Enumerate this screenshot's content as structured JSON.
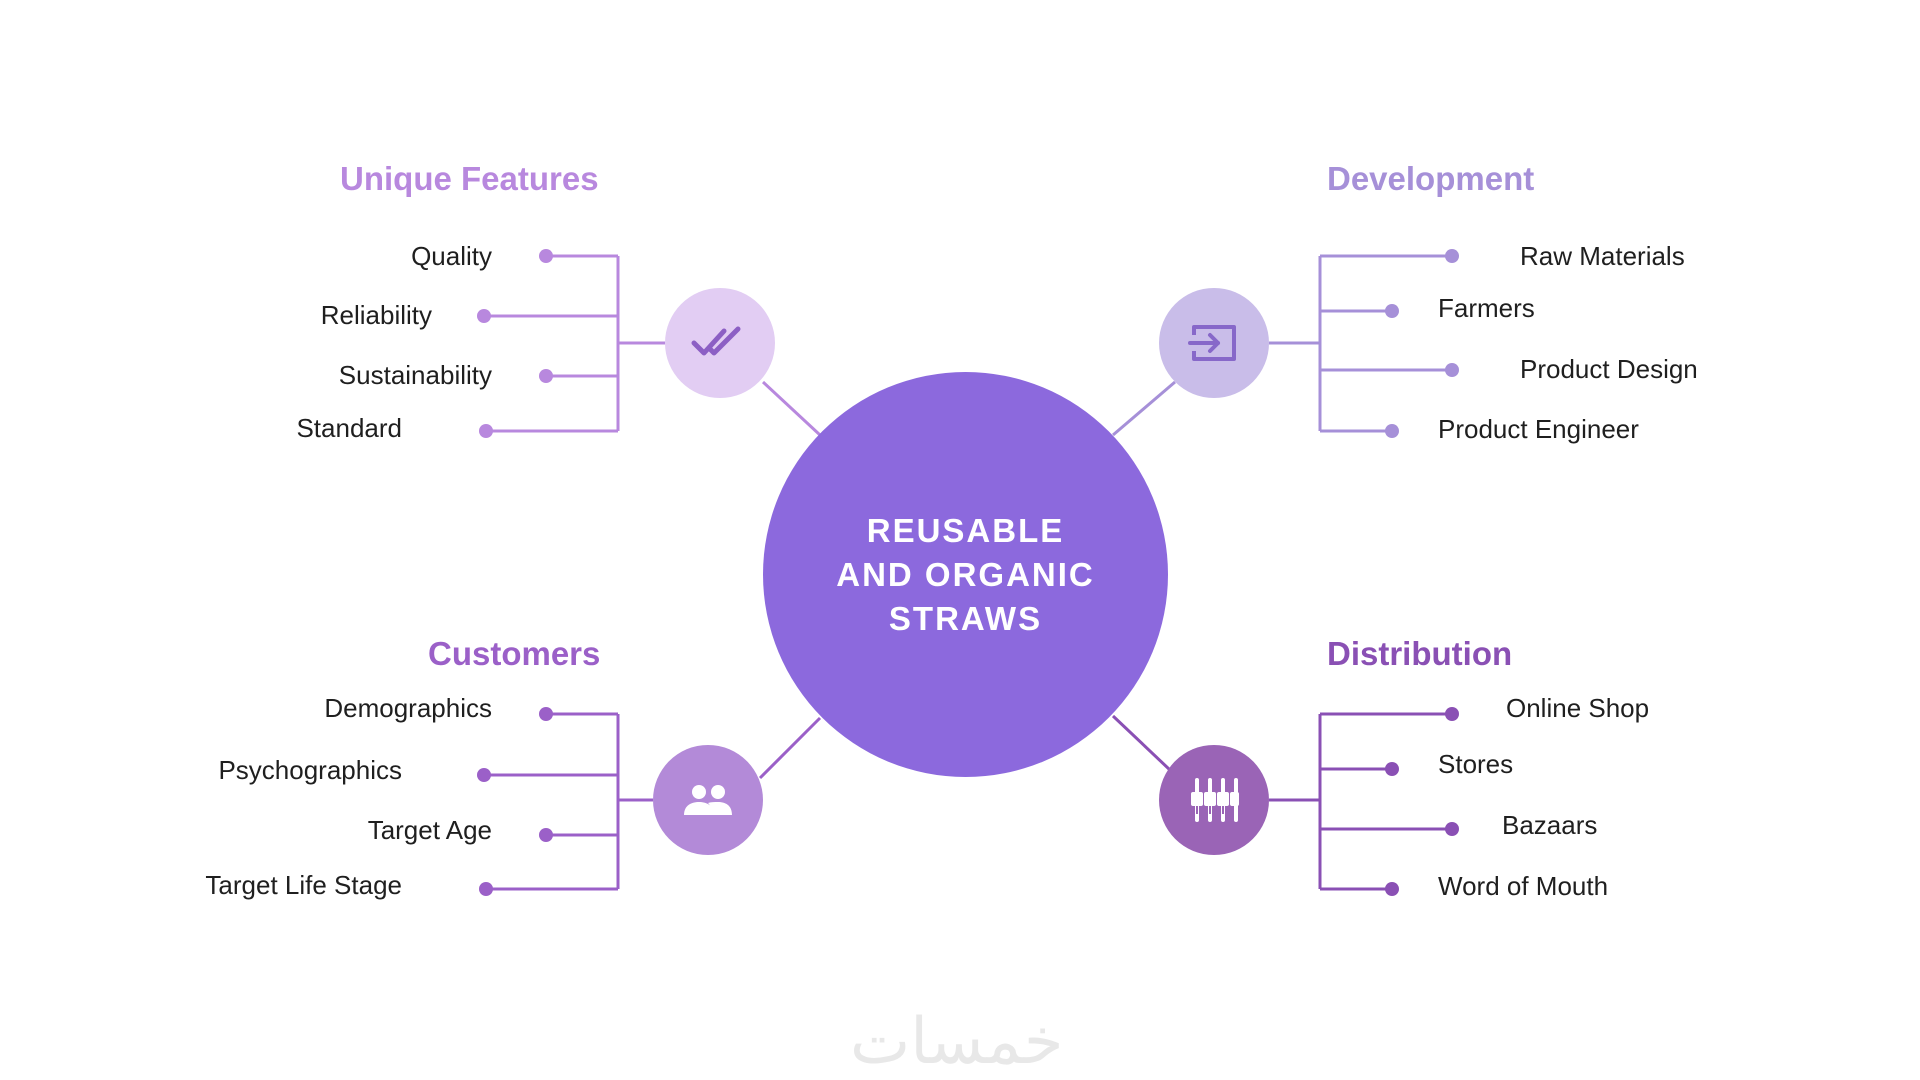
{
  "center": {
    "lines": [
      "REUSABLE",
      "AND ORGANIC",
      "STRAWS"
    ],
    "color": "#8c69dd"
  },
  "branches": {
    "unique_features": {
      "title": "Unique Features",
      "icon": "double-check-icon",
      "color": "#b888de",
      "hub_color": "#e2cdf3",
      "items": [
        "Quality",
        "Reliability",
        "Sustainability",
        "Standard"
      ]
    },
    "development": {
      "title": "Development",
      "icon": "enter-box-icon",
      "color": "#a690d8",
      "hub_color": "#c9bde9",
      "items": [
        "Raw Materials",
        "Farmers",
        "Product Design",
        "Product Engineer"
      ]
    },
    "customers": {
      "title": "Customers",
      "icon": "people-icon",
      "color": "#9b60c8",
      "hub_color": "#b38ad8",
      "items": [
        "Demographics",
        "Psychographics",
        "Target Age",
        "Target Life Stage"
      ]
    },
    "distribution": {
      "title": "Distribution",
      "icon": "equalizer-icon",
      "color": "#8a50b4",
      "hub_color": "#9a64b6",
      "items": [
        "Online Shop",
        "Stores",
        "Bazaars",
        "Word of Mouth"
      ]
    }
  },
  "watermark": "خمسات"
}
